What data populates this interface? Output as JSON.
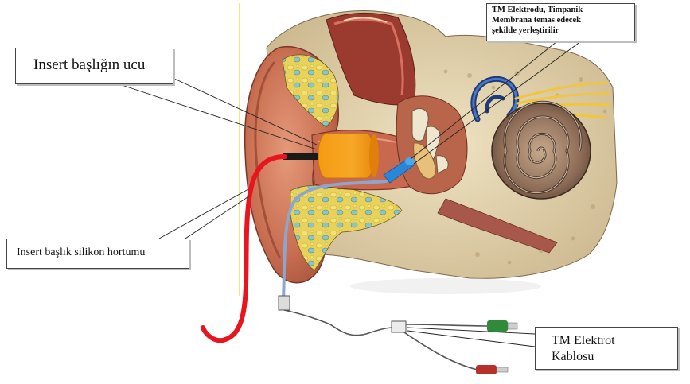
{
  "labels": {
    "insert_tip": "Insert başlığın ucu",
    "tm_electrode": {
      "line1": "TM Elektrodu, Timpanik",
      "line2": "Membrana temas edecek",
      "line3": "şekilde yerleştirilir"
    },
    "silicone_hose": "Insert başlık silikon hortumu",
    "tm_cable": {
      "line1": "TM Elektrot",
      "line2": "Kablosu"
    }
  },
  "colors": {
    "hose": "#e8141e",
    "insert_tip": "#f6a01a",
    "electrode": "#2a86d6",
    "cable": "#8ea6cc",
    "guide_line": "#f0e050",
    "green_plug": "#2f8a3a",
    "red_plug": "#b8302a"
  }
}
